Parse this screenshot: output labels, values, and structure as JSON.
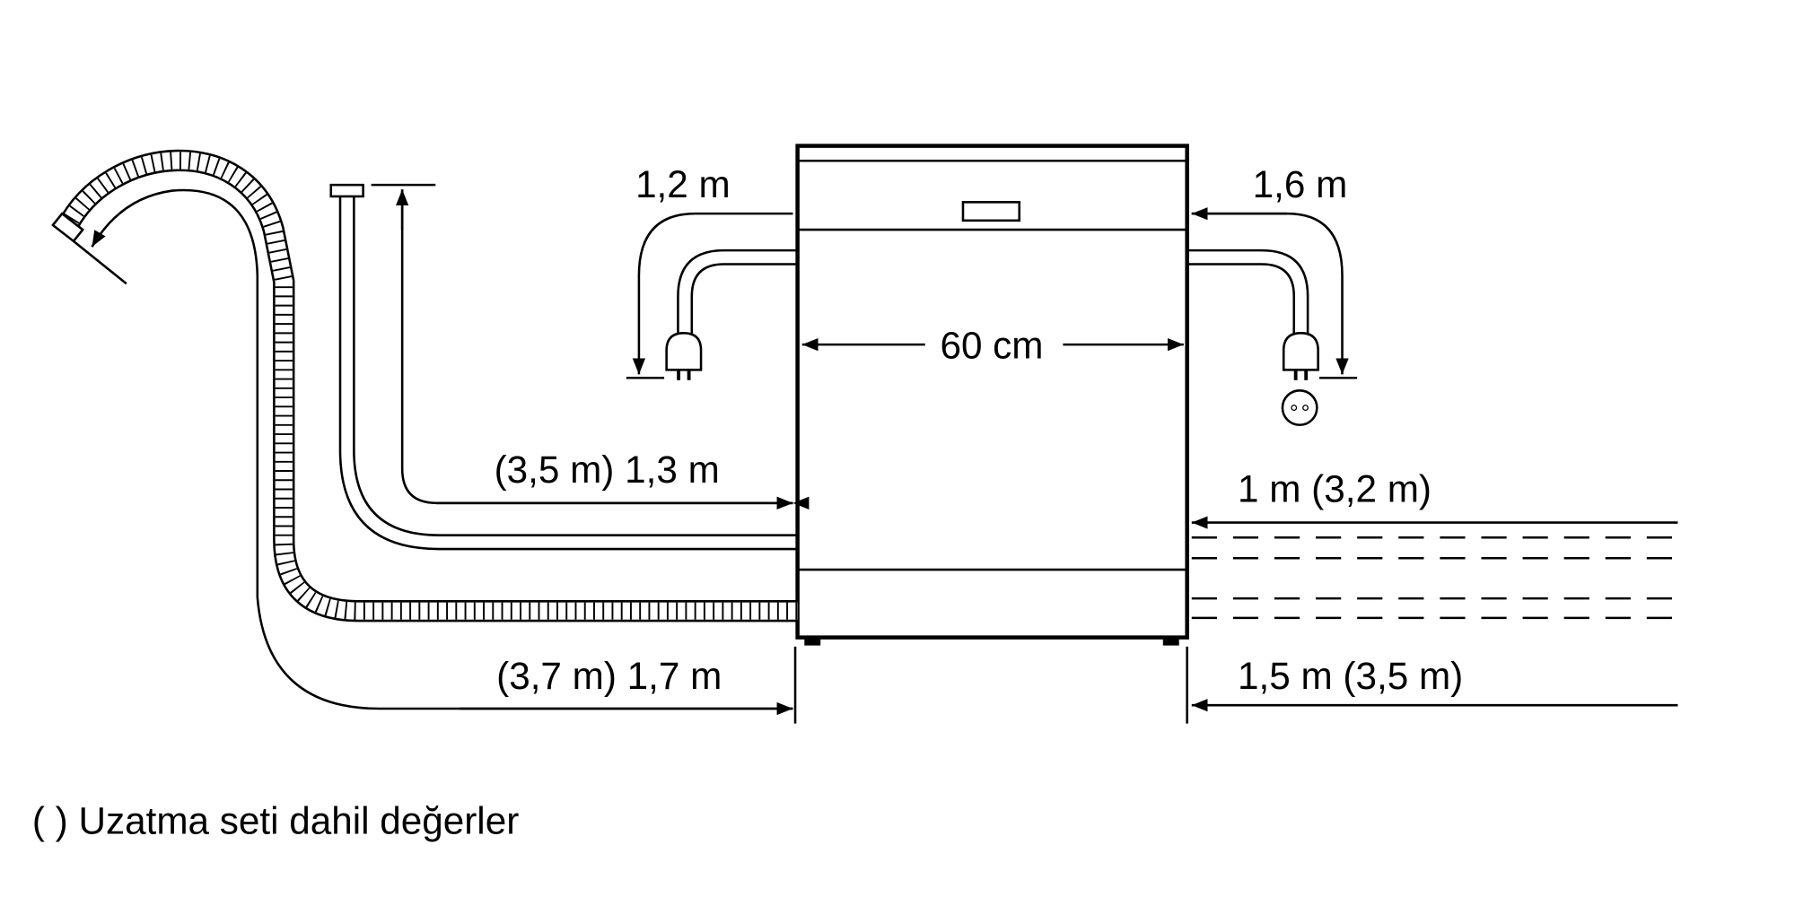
{
  "labels": {
    "power_left": "1,2 m",
    "power_right": "1,6 m",
    "width": "60 cm",
    "water_inlet_left": "(3,5 m) 1,3 m",
    "water_inlet_right": "1 m (3,2 m)",
    "drain_left": "(3,7 m) 1,7 m",
    "drain_right": "1,5 m (3,5 m)"
  },
  "footer": {
    "note": "( ) Uzatma seti dahil değerler"
  }
}
